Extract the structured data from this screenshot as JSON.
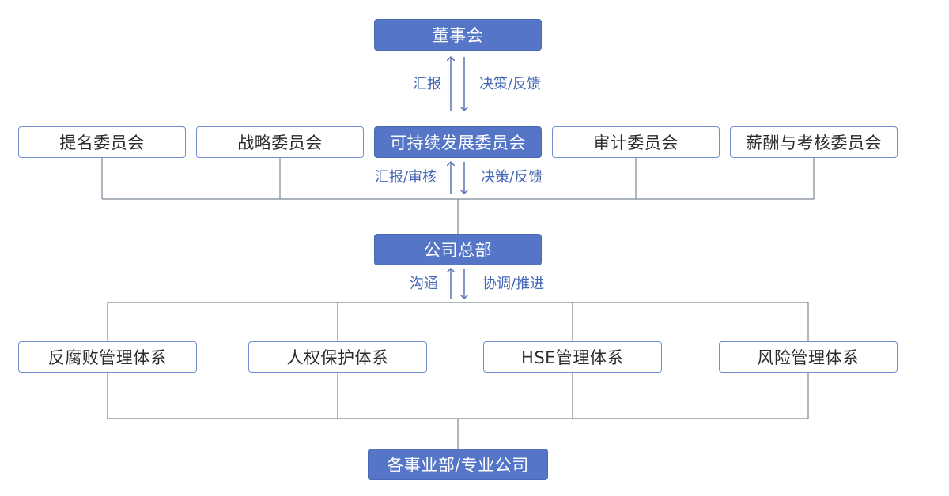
{
  "top": {
    "board": "董事会"
  },
  "arrows": {
    "board_link": {
      "up_label": "汇报",
      "down_label": "决策/反馈"
    },
    "committee_link": {
      "up_label": "汇报/审核",
      "down_label": "决策/反馈"
    },
    "hq_link": {
      "up_label": "沟通",
      "down_label": "协调/推进"
    }
  },
  "committees": [
    {
      "label": "提名委员会",
      "highlight": false
    },
    {
      "label": "战略委员会",
      "highlight": false
    },
    {
      "label": "可持续发展委员会",
      "highlight": true
    },
    {
      "label": "审计委员会",
      "highlight": false
    },
    {
      "label": "薪酬与考核委员会",
      "highlight": false
    }
  ],
  "hq": {
    "label": "公司总部"
  },
  "systems": [
    {
      "label": "反腐败管理体系"
    },
    {
      "label": "人权保护体系"
    },
    {
      "label": "HSE管理体系"
    },
    {
      "label": "风险管理体系"
    }
  ],
  "bottom": {
    "label": "各事业部/专业公司"
  },
  "colors": {
    "primary_fill": "#5576c7",
    "outline_border": "#6f8fd0",
    "connector": "#7d8694",
    "arrow": "#5b73b0",
    "label_text": "#4466b4"
  }
}
